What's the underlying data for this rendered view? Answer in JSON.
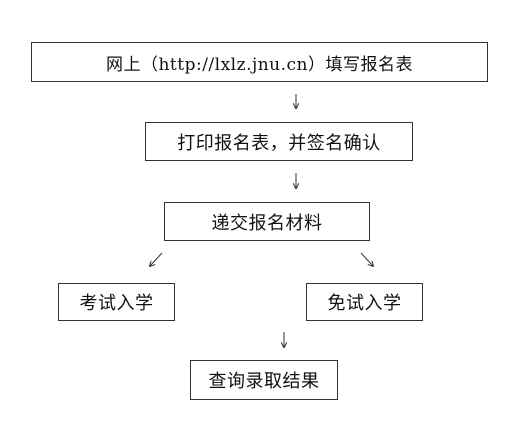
{
  "steps": {
    "online_form": "网上（http://lxlz.jnu.cn）填写报名表",
    "print_sign": "打印报名表，并签名确认",
    "submit_materials": "递交报名材料",
    "exam_entry": "考试入学",
    "exempt_entry": "免试入学",
    "check_results": "查询录取结果"
  },
  "colors": {
    "border": "#333333",
    "text": "#111111",
    "background": "#ffffff"
  }
}
